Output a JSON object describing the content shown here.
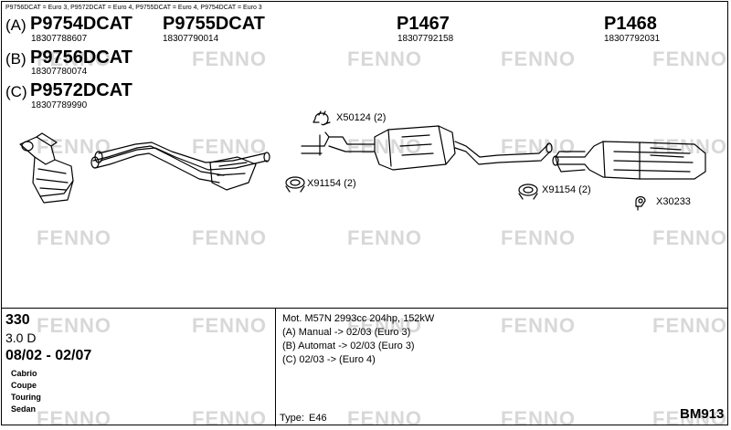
{
  "header": {
    "note": "P9756DCAT = Euro 3, P9572DCAT = Euro 4, P9755DCAT = Euro 4, P9754DCAT = Euro 3"
  },
  "variants": [
    {
      "letter": "(A)",
      "part": "P9754DCAT",
      "code": "18307788607"
    },
    {
      "letter": "(B)",
      "part": "P9756DCAT",
      "code": "18307780074"
    },
    {
      "letter": "(C)",
      "part": "P9572DCAT",
      "code": "18307789990"
    }
  ],
  "parts": [
    {
      "part": "P9755DCAT",
      "code": "18307790014"
    },
    {
      "part": "P1467",
      "code": "18307792158"
    },
    {
      "part": "P1468",
      "code": "18307792031"
    }
  ],
  "callouts": [
    {
      "label": "X50124 (2)",
      "icon": "clamp-icon"
    },
    {
      "label": "X91154 (2)",
      "icon": "gasket-icon"
    },
    {
      "label": "X91154 (2)",
      "icon": "gasket-icon"
    },
    {
      "label": "X30233",
      "icon": "hanger-icon"
    }
  ],
  "watermark": "FENNO",
  "vehicle": {
    "model": "330",
    "engine": "3.0 D",
    "years": "08/02 - 02/07",
    "bodies": [
      "Cabrio",
      "Coupe",
      "Touring",
      "Sedan"
    ]
  },
  "details": {
    "motor": "Mot. M57N 2993cc 204hp, 152kW",
    "lines": [
      "(A) Manual -> 02/03 (Euro 3)",
      "(B) Automat -> 02/03 (Euro 3)",
      "(C) 02/03 -> (Euro 4)"
    ],
    "type_label": "Type:",
    "type_value": "E46",
    "sheet": "BM913"
  }
}
